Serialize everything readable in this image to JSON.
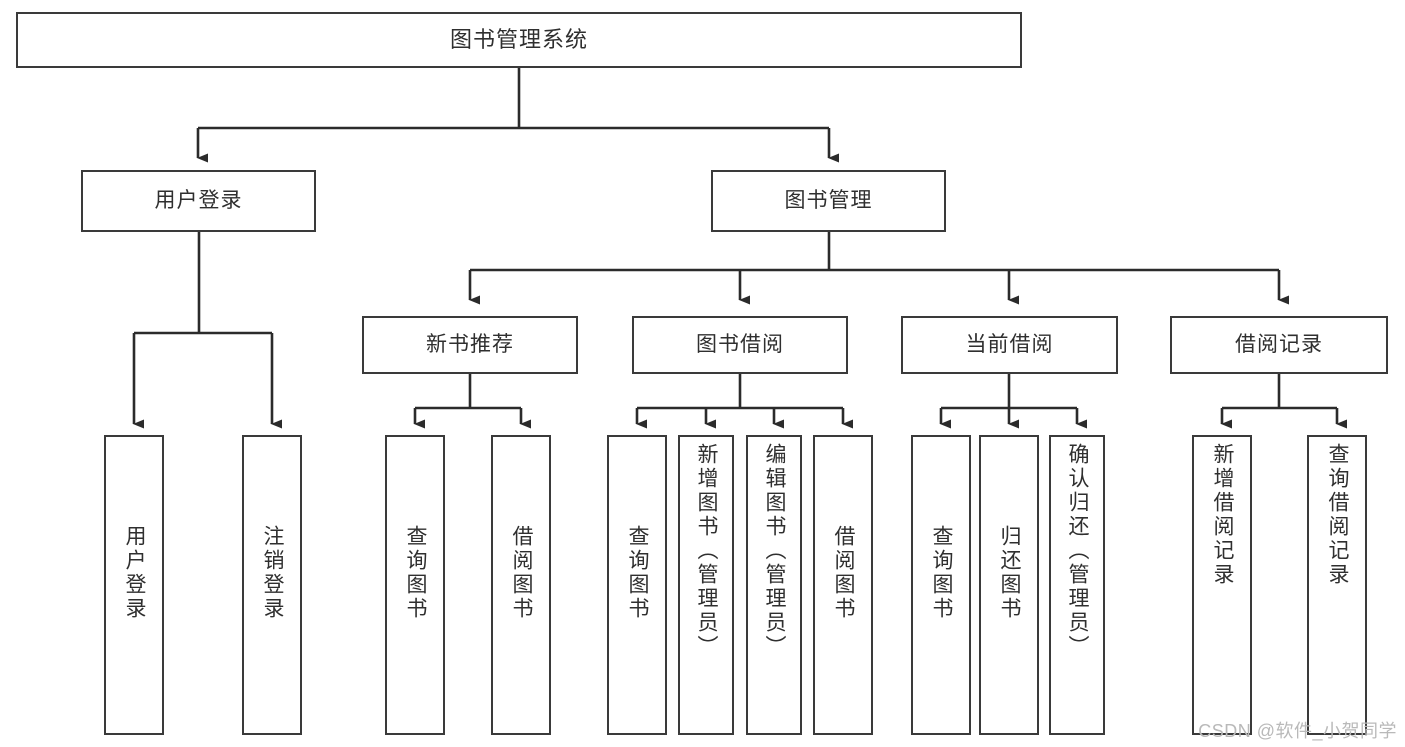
{
  "diagram": {
    "type": "tree-hierarchy",
    "title": "图书管理系统",
    "watermark": "CSDN @软件_小贺同学",
    "colors": {
      "box_border": "#3a3a3a",
      "box_fill": "#ffffff",
      "edge": "#2b2b2b",
      "text": "#2f2f2f",
      "watermark": "#b9b9b9",
      "background": "#ffffff"
    },
    "levels": [
      {
        "level": 1,
        "nodes": [
          {
            "id": "root",
            "label": "图书管理系统"
          }
        ]
      },
      {
        "level": 2,
        "nodes": [
          {
            "id": "login",
            "label": "用户登录",
            "parent": "root"
          },
          {
            "id": "bookmgr",
            "label": "图书管理",
            "parent": "root"
          }
        ]
      },
      {
        "level": 3,
        "nodes": [
          {
            "id": "newbook",
            "label": "新书推荐",
            "parent": "bookmgr"
          },
          {
            "id": "borrow",
            "label": "图书借阅",
            "parent": "bookmgr"
          },
          {
            "id": "current",
            "label": "当前借阅",
            "parent": "bookmgr"
          },
          {
            "id": "record",
            "label": "借阅记录",
            "parent": "bookmgr"
          }
        ]
      },
      {
        "level": 4,
        "nodes": [
          {
            "id": "leaf1",
            "label": "用户登录",
            "parent": "login"
          },
          {
            "id": "leaf2",
            "label": "注销登录",
            "parent": "login"
          },
          {
            "id": "leaf3",
            "label": "查询图书",
            "parent": "newbook"
          },
          {
            "id": "leaf4",
            "label": "借阅图书",
            "parent": "newbook"
          },
          {
            "id": "leaf5",
            "label": "查询图书",
            "parent": "borrow"
          },
          {
            "id": "leaf6",
            "label": "新增图书（管理员）",
            "parent": "borrow"
          },
          {
            "id": "leaf7",
            "label": "编辑图书（管理员）",
            "parent": "borrow"
          },
          {
            "id": "leaf8",
            "label": "借阅图书",
            "parent": "borrow"
          },
          {
            "id": "leaf9",
            "label": "查询图书",
            "parent": "current"
          },
          {
            "id": "leaf10",
            "label": "归还图书",
            "parent": "current"
          },
          {
            "id": "leaf11",
            "label": "确认归还（管理员）",
            "parent": "current"
          },
          {
            "id": "leaf12",
            "label": "新增借阅记录",
            "parent": "record"
          },
          {
            "id": "leaf13",
            "label": "查询借阅记录",
            "parent": "record"
          }
        ]
      }
    ]
  }
}
